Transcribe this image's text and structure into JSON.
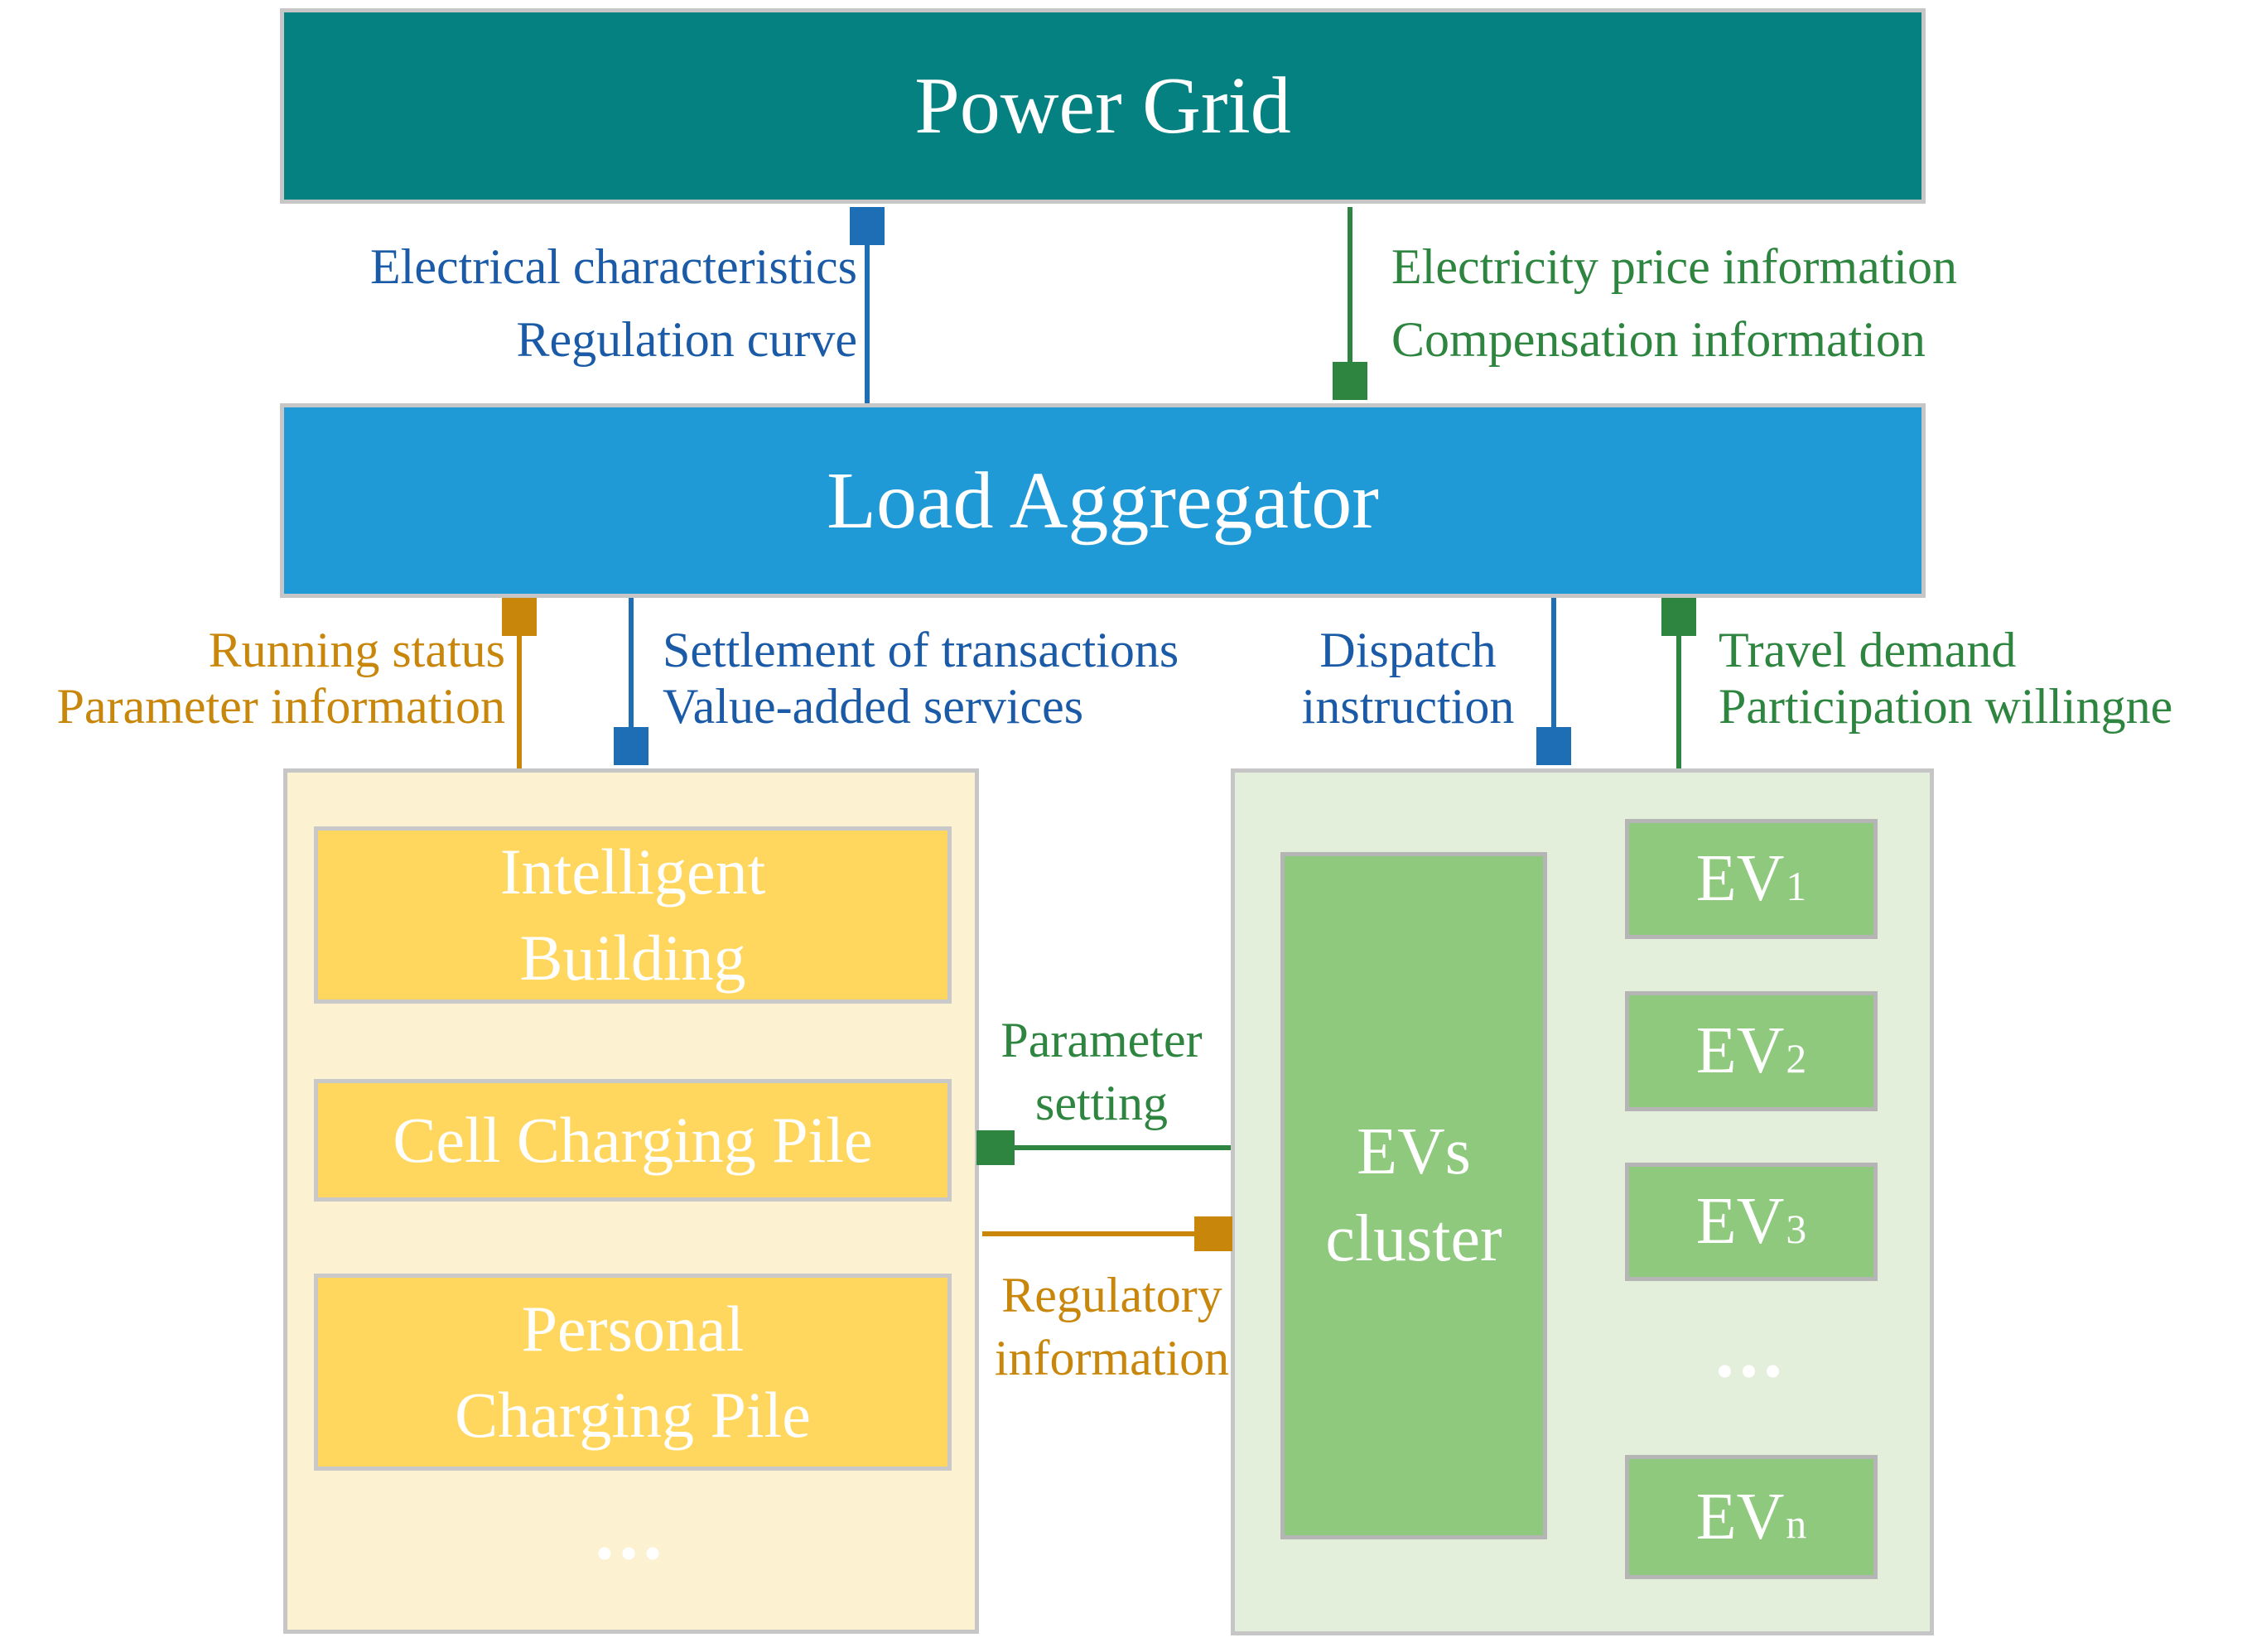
{
  "colors": {
    "power_grid_fill": "#068181",
    "aggregator_fill": "#1F9AD6",
    "box_text": "#FFFFFF",
    "blue_text": "#1A5AA6",
    "blue_arrow": "#1D6EB4",
    "green": "#2E8540",
    "orange": "#C8860B",
    "cream_panel": "#FCF2D1",
    "yellow_box": "#FFD75E",
    "green_panel": "#E3EFDB",
    "green_box": "#8FC97D",
    "panel_border": "#C6C6C6"
  },
  "power_grid": {
    "label": "Power Grid"
  },
  "load_aggregator": {
    "label": "Load Aggregator"
  },
  "flows": {
    "to_grid": {
      "text": "Electrical characteristics\nRegulation curve"
    },
    "from_grid": {
      "text": "Electricity price information\nCompensation information"
    },
    "running_status": {
      "text": "Running status\nParameter information"
    },
    "settlement": {
      "text": "Settlement of transactions\nValue-added services"
    },
    "dispatch": {
      "text": "Dispatch\ninstruction"
    },
    "travel": {
      "text": "Travel demand\nParticipation willingne"
    },
    "parameter_setting": {
      "text": "Parameter\nsetting"
    },
    "regulatory": {
      "text": "Regulatory\ninformation"
    }
  },
  "left_panel": {
    "boxes": [
      {
        "label": "Intelligent\nBuilding"
      },
      {
        "label": "Cell Charging Pile"
      },
      {
        "label": "Personal\nCharging Pile"
      }
    ],
    "ellipsis": "..."
  },
  "right_panel": {
    "cluster_label": "EVs\ncluster",
    "evs": [
      {
        "main": "EV",
        "sub": "1"
      },
      {
        "main": "EV",
        "sub": "2"
      },
      {
        "main": "EV",
        "sub": "3"
      },
      {
        "main": "EV",
        "sub": "n"
      }
    ],
    "ellipsis": "..."
  }
}
